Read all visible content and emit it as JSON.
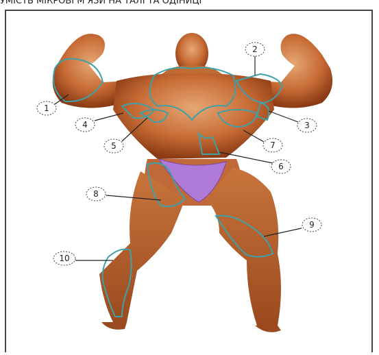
{
  "caption": "УМІСТЬ МІКРОВІ М'ЯЗИ НА ТАЛІ ТА ОДІНИЦІ",
  "labels": [
    "1",
    "2",
    "3",
    "4",
    "5",
    "6",
    "7",
    "8",
    "9",
    "10"
  ],
  "colors": {
    "skin_light": "#e3a06a",
    "skin_mid": "#c86a34",
    "skin_dark": "#8a3a14",
    "outline": "#3fa0a8",
    "trunks": "#b07ad8"
  }
}
